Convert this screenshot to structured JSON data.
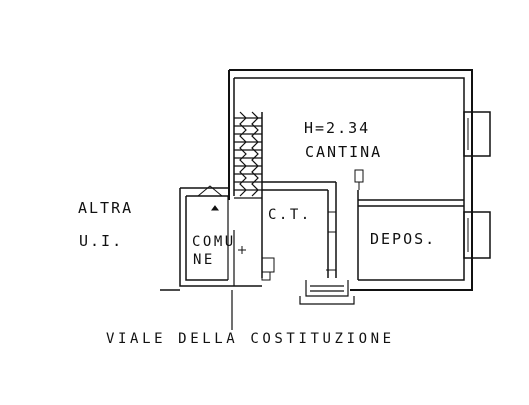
{
  "labels": {
    "altra": "ALTRA",
    "ui": "U.I.",
    "height": "H=2.34",
    "cantina": "CANTINA",
    "ct": "C.T.",
    "depos": "DEPOS.",
    "comu": "COMU",
    "ne": "NE",
    "street": "VIALE DELLA COSTITUZIONE"
  },
  "colors": {
    "wall": "#111111",
    "background": "#ffffff"
  }
}
